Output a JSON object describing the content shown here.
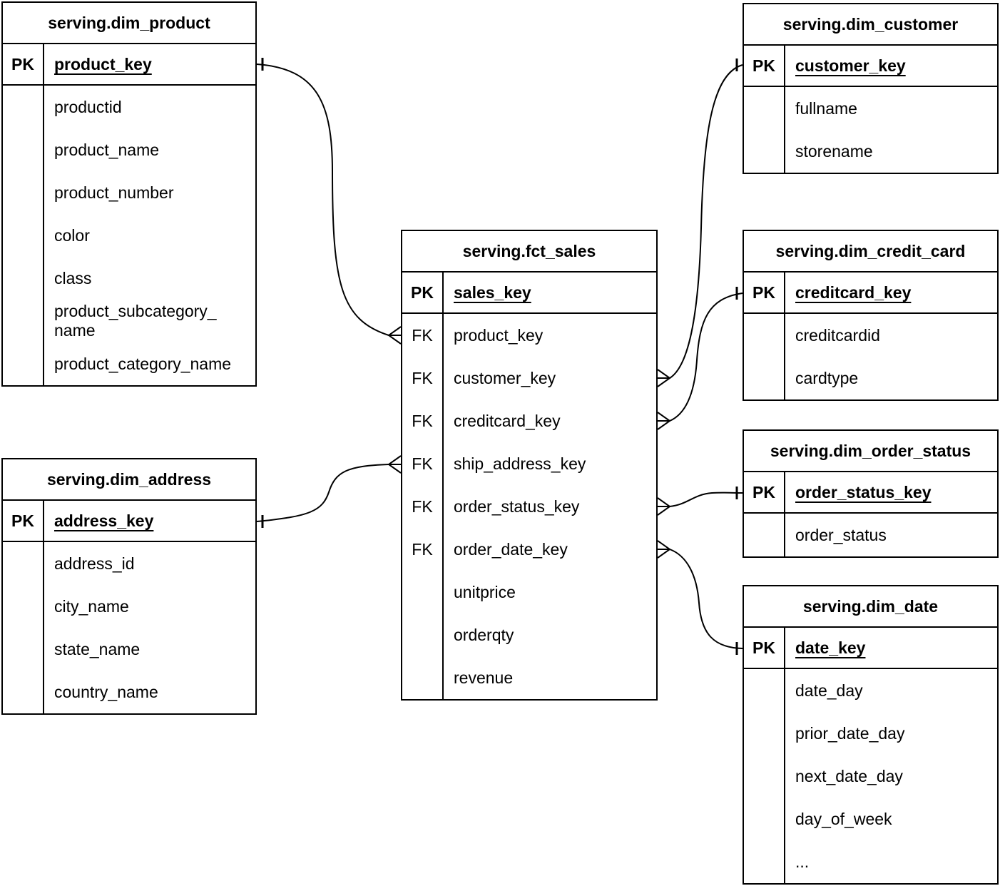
{
  "colors": {
    "line": "#000000",
    "background": "#ffffff",
    "text": "#000000"
  },
  "tables": [
    {
      "id": "dim_product",
      "title": "serving.dim_product",
      "pk": {
        "tag": "PK",
        "field": "product_key"
      },
      "rows": [
        {
          "tag": "",
          "field": "productid"
        },
        {
          "tag": "",
          "field": "product_name"
        },
        {
          "tag": "",
          "field": "product_number"
        },
        {
          "tag": "",
          "field": "color"
        },
        {
          "tag": "",
          "field": "class"
        },
        {
          "tag": "",
          "field": "product_subcategory_\nname"
        },
        {
          "tag": "",
          "field": "product_category_name"
        }
      ]
    },
    {
      "id": "dim_customer",
      "title": "serving.dim_customer",
      "pk": {
        "tag": "PK",
        "field": "customer_key"
      },
      "rows": [
        {
          "tag": "",
          "field": "fullname"
        },
        {
          "tag": "",
          "field": "storename"
        }
      ]
    },
    {
      "id": "fct_sales",
      "title": "serving.fct_sales",
      "pk": {
        "tag": "PK",
        "field": "sales_key"
      },
      "rows": [
        {
          "tag": "FK",
          "field": "product_key"
        },
        {
          "tag": "FK",
          "field": "customer_key"
        },
        {
          "tag": "FK",
          "field": "creditcard_key"
        },
        {
          "tag": "FK",
          "field": "ship_address_key"
        },
        {
          "tag": "FK",
          "field": "order_status_key"
        },
        {
          "tag": "FK",
          "field": "order_date_key"
        },
        {
          "tag": "",
          "field": "unitprice"
        },
        {
          "tag": "",
          "field": "orderqty"
        },
        {
          "tag": "",
          "field": "revenue"
        }
      ]
    },
    {
      "id": "dim_credit_card",
      "title": "serving.dim_credit_card",
      "pk": {
        "tag": "PK",
        "field": "creditcard_key"
      },
      "rows": [
        {
          "tag": "",
          "field": "creditcardid"
        },
        {
          "tag": "",
          "field": "cardtype"
        }
      ]
    },
    {
      "id": "dim_order_status",
      "title": "serving.dim_order_status",
      "pk": {
        "tag": "PK",
        "field": "order_status_key"
      },
      "rows": [
        {
          "tag": "",
          "field": "order_status"
        }
      ]
    },
    {
      "id": "dim_date",
      "title": "serving.dim_date",
      "pk": {
        "tag": "PK",
        "field": "date_key"
      },
      "rows": [
        {
          "tag": "",
          "field": "date_day"
        },
        {
          "tag": "",
          "field": "prior_date_day"
        },
        {
          "tag": "",
          "field": "next_date_day"
        },
        {
          "tag": "",
          "field": "day_of_week"
        },
        {
          "tag": "",
          "field": "..."
        }
      ]
    },
    {
      "id": "dim_address",
      "title": "serving.dim_address",
      "pk": {
        "tag": "PK",
        "field": "address_key"
      },
      "rows": [
        {
          "tag": "",
          "field": "address_id"
        },
        {
          "tag": "",
          "field": "city_name"
        },
        {
          "tag": "",
          "field": "state_name"
        },
        {
          "tag": "",
          "field": "country_name"
        }
      ]
    }
  ],
  "relationships": [
    {
      "from_table": "serving.fct_sales",
      "from_field": "product_key",
      "to_table": "serving.dim_product",
      "to_field": "product_key",
      "cardinality": "many-to-one"
    },
    {
      "from_table": "serving.fct_sales",
      "from_field": "customer_key",
      "to_table": "serving.dim_customer",
      "to_field": "customer_key",
      "cardinality": "many-to-one"
    },
    {
      "from_table": "serving.fct_sales",
      "from_field": "creditcard_key",
      "to_table": "serving.dim_credit_card",
      "to_field": "creditcard_key",
      "cardinality": "many-to-one"
    },
    {
      "from_table": "serving.fct_sales",
      "from_field": "ship_address_key",
      "to_table": "serving.dim_address",
      "to_field": "address_key",
      "cardinality": "many-to-one"
    },
    {
      "from_table": "serving.fct_sales",
      "from_field": "order_status_key",
      "to_table": "serving.dim_order_status",
      "to_field": "order_status_key",
      "cardinality": "many-to-one"
    },
    {
      "from_table": "serving.fct_sales",
      "from_field": "order_date_key",
      "to_table": "serving.dim_date",
      "to_field": "date_key",
      "cardinality": "many-to-one"
    }
  ]
}
